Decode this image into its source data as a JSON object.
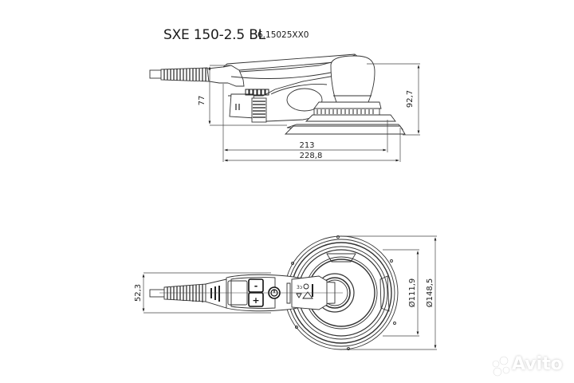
{
  "header": {
    "model": "SXE 150-2.5 BL",
    "article_number": "6.15025XX0"
  },
  "side_view": {
    "dimensions": {
      "height_handle": "77",
      "height_total": "92,7",
      "length_pad": "213",
      "length_total": "228,8"
    }
  },
  "top_view": {
    "dimensions": {
      "handle_width": "52,3",
      "inner_diameter": "Ø111,9",
      "outer_diameter": "Ø148,5"
    },
    "buttons": {
      "minus": "-",
      "plus": "+"
    }
  },
  "watermark": {
    "text": "Avito"
  },
  "colors": {
    "line": "#333333",
    "background": "#ffffff"
  }
}
